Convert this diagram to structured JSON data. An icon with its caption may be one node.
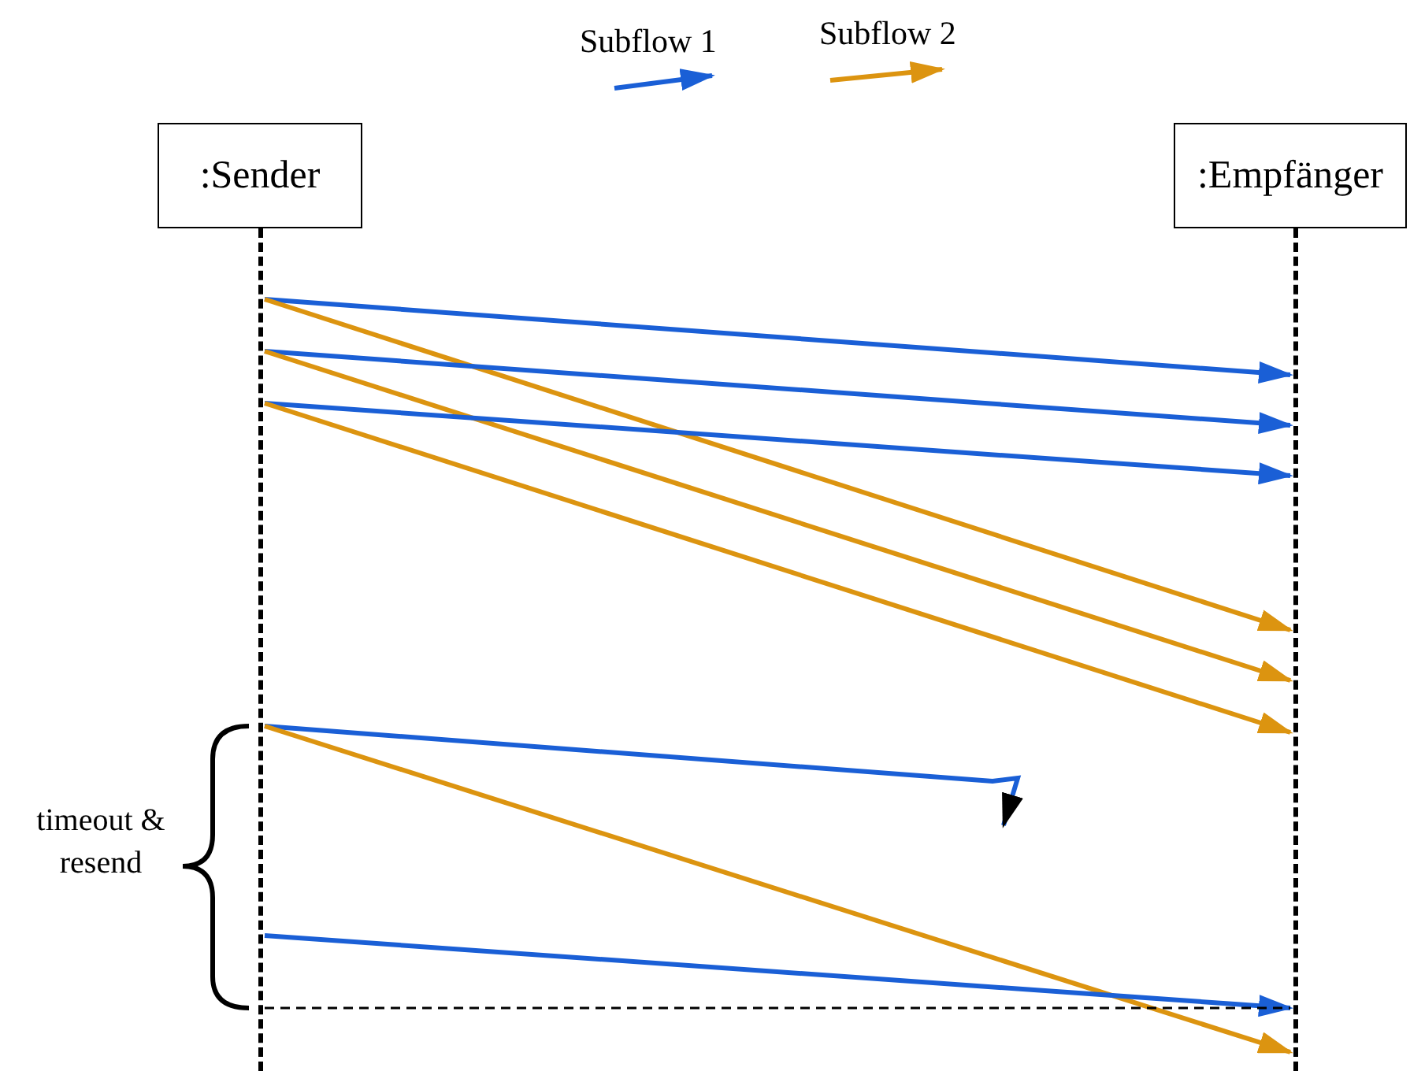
{
  "diagram": {
    "nodes": [
      {
        "text": [
          ":Sender"
        ]
      },
      {
        "text": [
          ":Empfänger"
        ]
      },
      {
        "text": [],
        "shape": "line"
      },
      {
        "text": [],
        "shape": "line"
      }
    ],
    "edges": [
      {
        "from": 2,
        "to": 3,
        "arrow": "to"
      },
      {
        "from": 2,
        "to": 3,
        "arrow": "to",
        "color": "#dc9410"
      },
      {
        "from": 2,
        "to": 3,
        "arrow": "to"
      },
      {
        "from": 2,
        "to": 3,
        "arrow": "to",
        "color": "#dc9410"
      },
      {
        "from": 2,
        "to": 3,
        "arrow": "to"
      },
      {
        "from": 2,
        "to": 3,
        "arrow": "to",
        "color": "#dc9410"
      },
      {
        "from": 2,
        "to": null,
        "arrow": "to"
      },
      {
        "from": 2,
        "to": 3,
        "arrow": "to",
        "color": "#dc9410"
      },
      {
        "from": 2,
        "to": 3,
        "arrow": "to"
      },
      {
        "from": 2,
        "to": 3,
        "arrow": "none",
        "style": "dashed",
        "color": "#000000"
      }
    ],
    "labels": [
      "timeout & resend"
    ],
    "legend": [
      {
        "text": "Subflow 1"
      },
      {
        "text": "Subflow 2"
      }
    ]
  }
}
